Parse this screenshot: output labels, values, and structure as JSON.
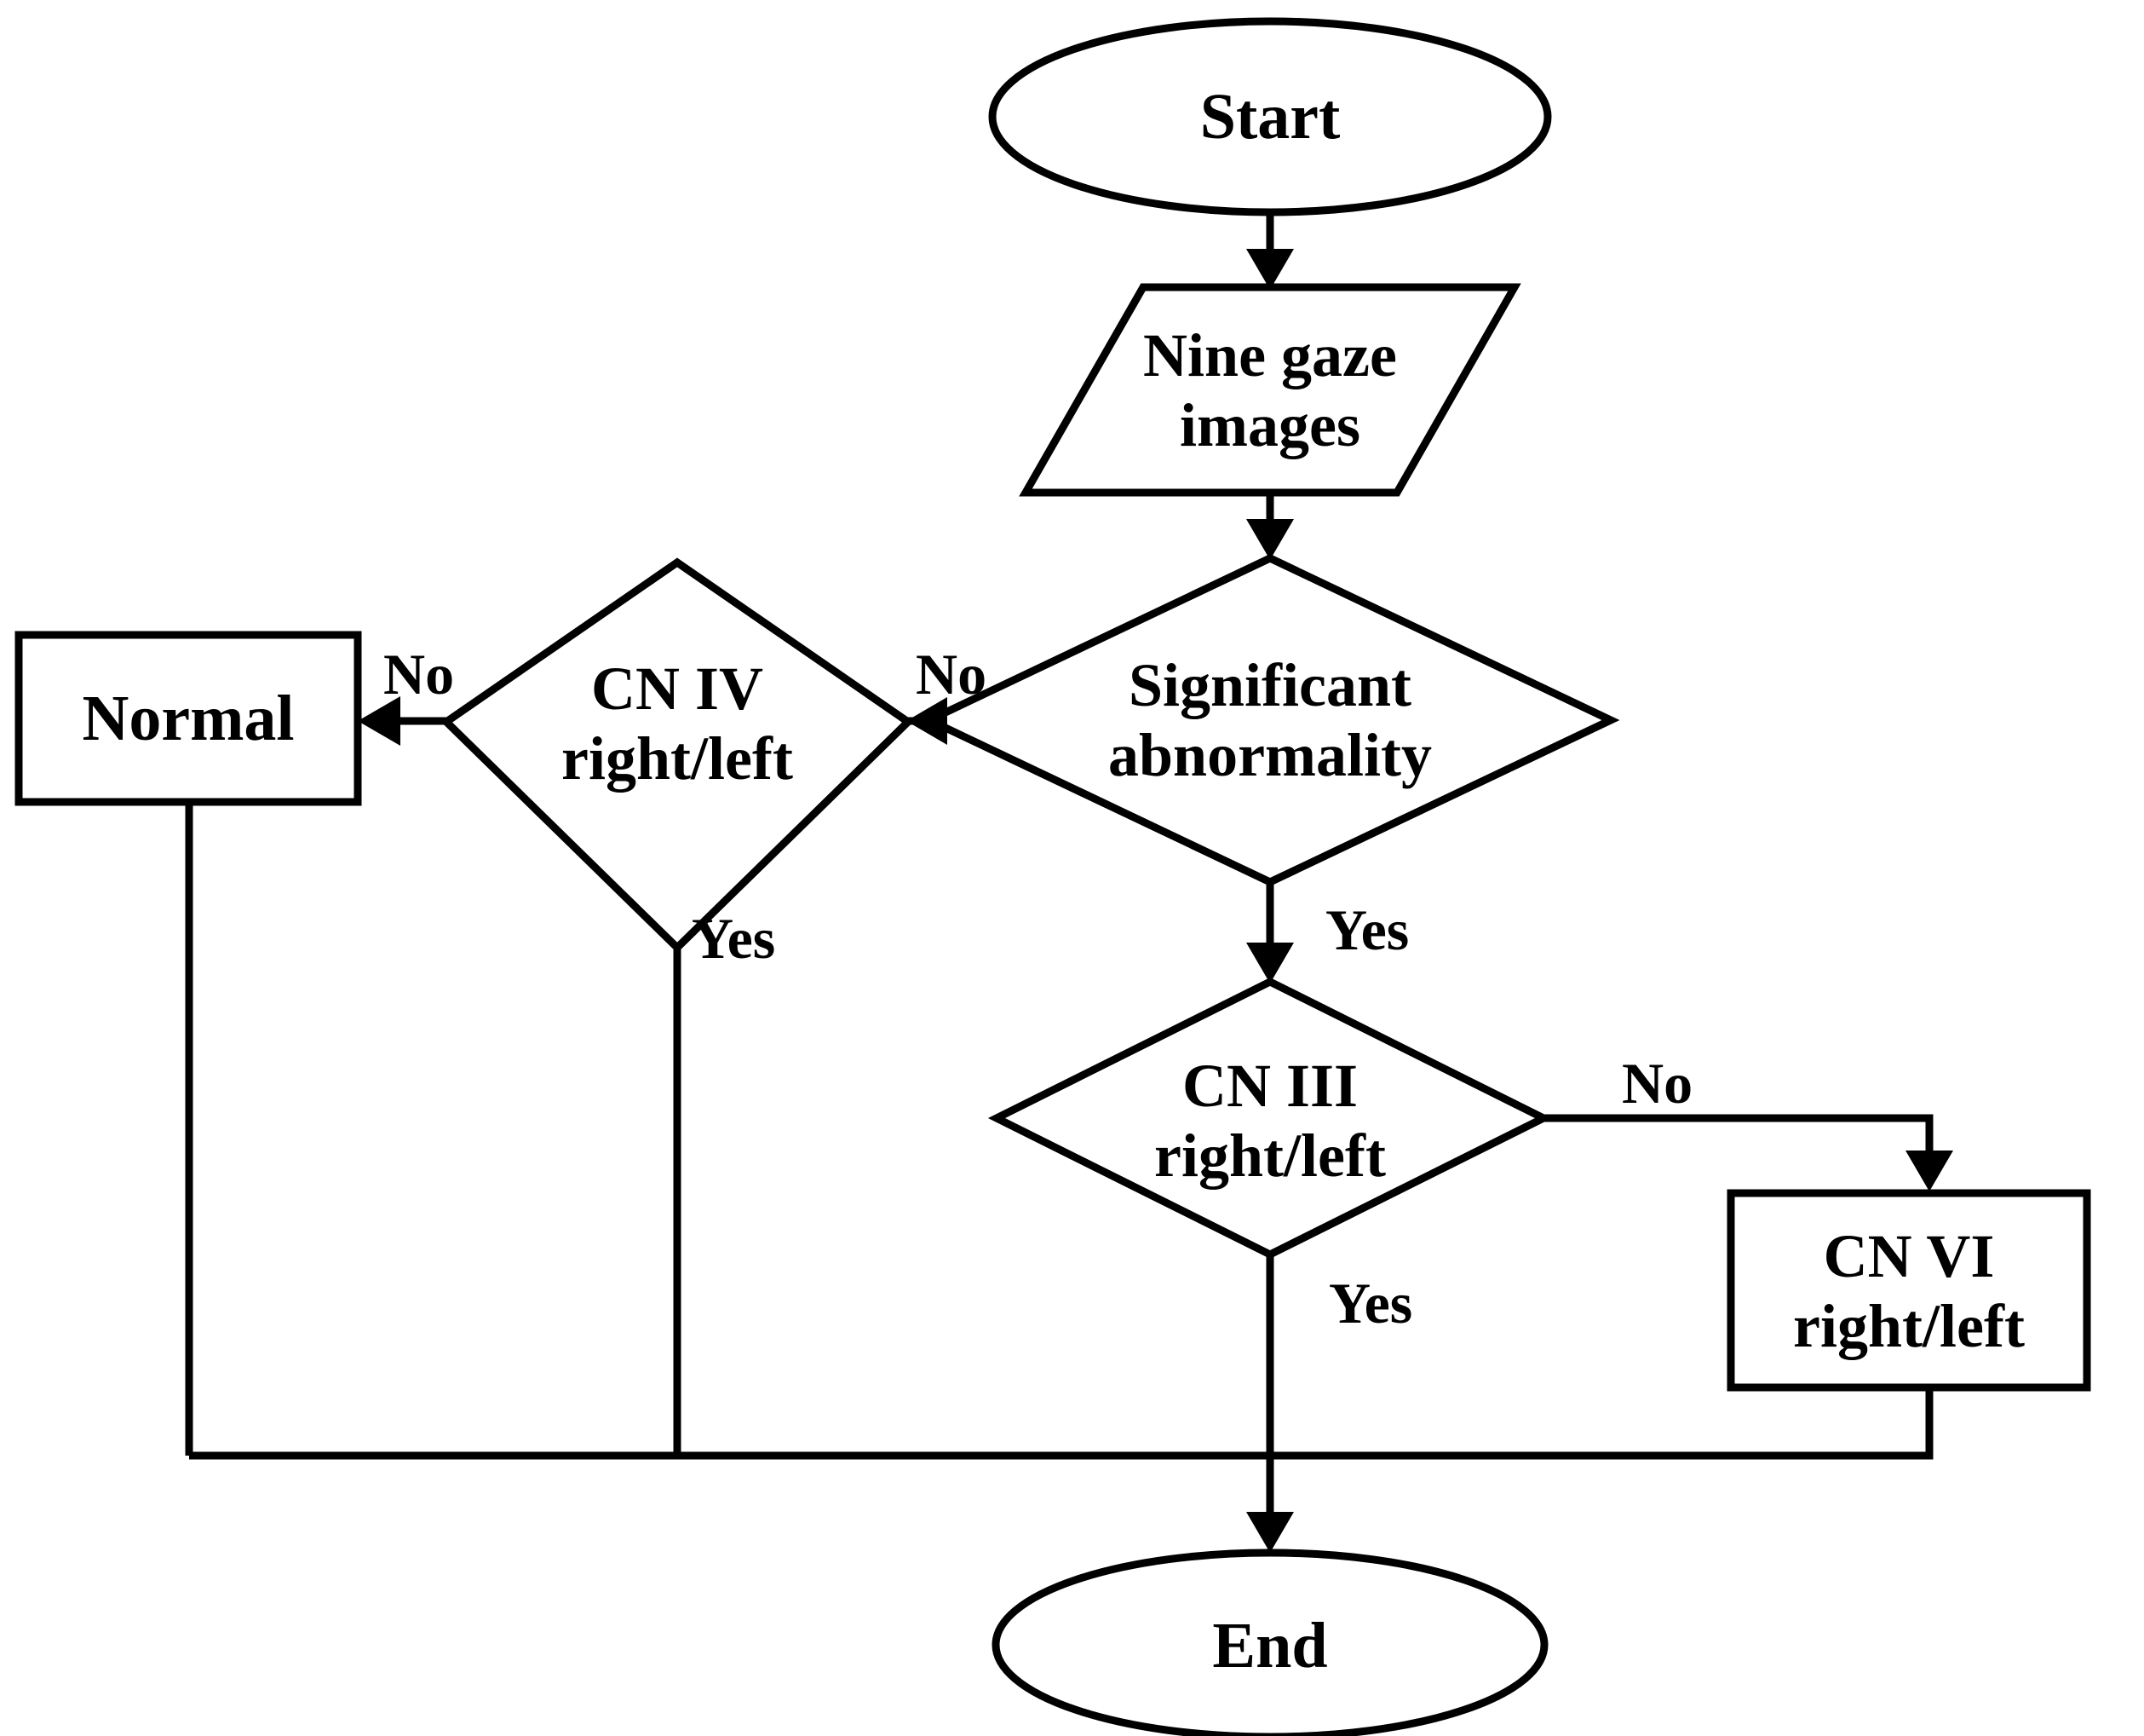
{
  "diagram": {
    "type": "flowchart",
    "title": "Cranial nerve palsy classification flowchart",
    "background_color": "#ffffff",
    "line_color": "#000000",
    "text_color": "#000000"
  },
  "nodes": {
    "start": {
      "label": "Start",
      "shape": "ellipse"
    },
    "input_images": {
      "label": "Nine gaze\nimages",
      "shape": "parallelogram"
    },
    "significant_abnormality": {
      "label": "Significant\nabnormality",
      "shape": "diamond"
    },
    "cn4": {
      "label": "CN IV\nright/left",
      "shape": "diamond"
    },
    "normal": {
      "label": "Normal",
      "shape": "rectangle"
    },
    "cn3": {
      "label": "CN III\nright/left",
      "shape": "diamond"
    },
    "cn6": {
      "label": "CN VI\nright/left",
      "shape": "rectangle"
    },
    "end": {
      "label": "End",
      "shape": "ellipse"
    }
  },
  "edge_labels": {
    "abnormality_no": "No",
    "abnormality_yes": "Yes",
    "cn4_no": "No",
    "cn4_yes": "Yes",
    "cn3_no": "No",
    "cn3_yes": "Yes"
  },
  "edges": [
    {
      "from": "start",
      "to": "input_images",
      "label": ""
    },
    {
      "from": "input_images",
      "to": "significant_abnormality",
      "label": ""
    },
    {
      "from": "significant_abnormality",
      "to": "cn4",
      "label": "No"
    },
    {
      "from": "significant_abnormality",
      "to": "cn3",
      "label": "Yes"
    },
    {
      "from": "cn4",
      "to": "normal",
      "label": "No"
    },
    {
      "from": "cn4",
      "to": "end",
      "label": "Yes"
    },
    {
      "from": "cn3",
      "to": "cn6",
      "label": "No"
    },
    {
      "from": "cn3",
      "to": "end",
      "label": "Yes"
    },
    {
      "from": "normal",
      "to": "end",
      "label": ""
    },
    {
      "from": "cn6",
      "to": "end",
      "label": ""
    }
  ]
}
